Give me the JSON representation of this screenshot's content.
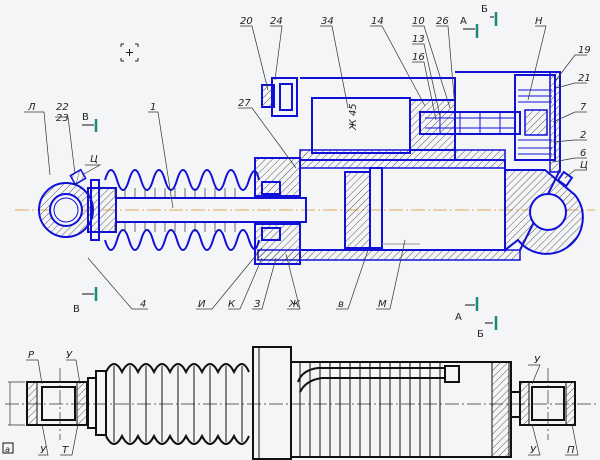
{
  "viewport": {
    "cursor_icon": "crosshair-icon"
  },
  "colors": {
    "geometry": "#1010d8",
    "section_marker": "#1a8a7a",
    "axis": "#e09020",
    "background": "#f4f5f7"
  },
  "section_markers": {
    "v_top": "В",
    "a_top": "А",
    "b_top": "Б",
    "v_bottom": "В",
    "a_bottom": "А",
    "b_bottom": "Б"
  },
  "upper_labels": {
    "l": "Л",
    "n22": "22",
    "n23": "23",
    "ts_left": "Ц",
    "n1": "1",
    "n20": "20",
    "n24": "24",
    "n27": "27",
    "n34": "34",
    "n14": "14",
    "n10": "10",
    "n13": "13",
    "n16": "16",
    "n26": "26",
    "n_h": "Н",
    "n19": "19",
    "n21": "21",
    "n7": "7",
    "n2": "2",
    "n6": "6",
    "ts_right": "Ц",
    "n4": "4",
    "i": "И",
    "k": "К",
    "z": "З",
    "zh": "Ж",
    "v_small": "в",
    "m": "М",
    "part34_text": "Ж 45"
  },
  "lower_labels": {
    "r": "Р",
    "u1": "У",
    "u2": "У",
    "t": "Т",
    "u3": "У",
    "u4": "У",
    "p": "П",
    "box": "а"
  }
}
